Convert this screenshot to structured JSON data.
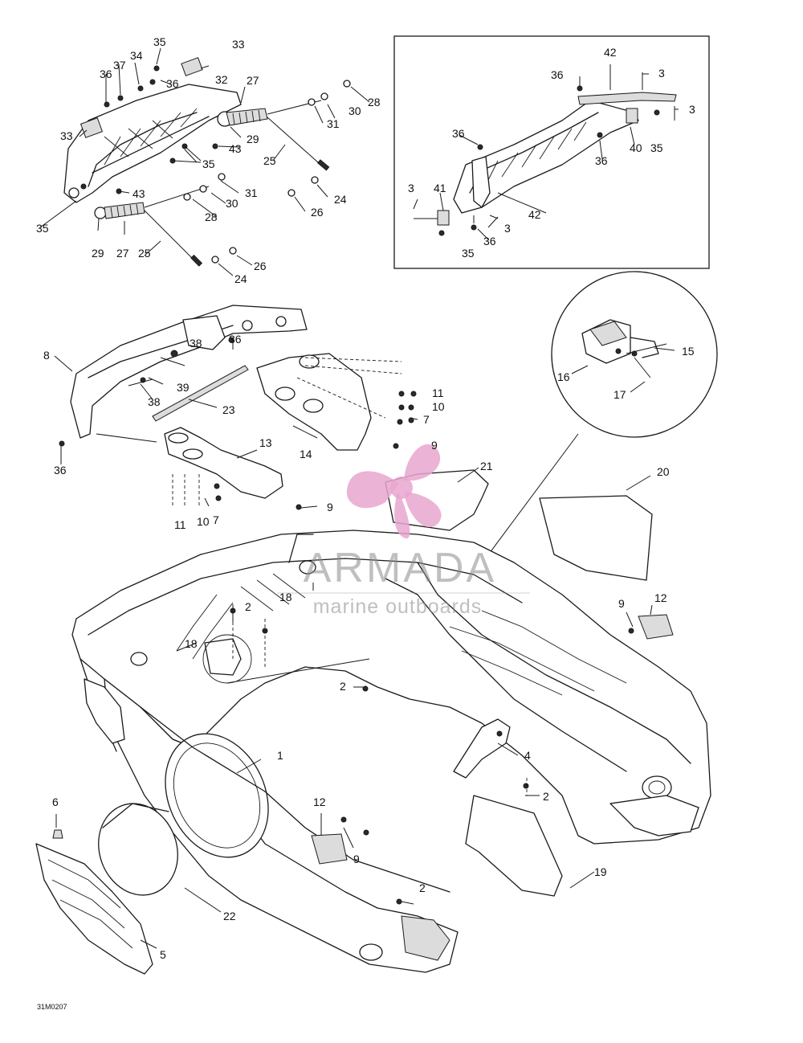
{
  "callouts": [
    "1",
    "2",
    "3",
    "4",
    "5",
    "6",
    "7",
    "8",
    "9",
    "10",
    "11",
    "12",
    "13",
    "14",
    "15",
    "16",
    "17",
    "18",
    "19",
    "20",
    "21",
    "22",
    "23",
    "24",
    "25",
    "26",
    "27",
    "28",
    "29",
    "30",
    "31",
    "32",
    "33",
    "34",
    "35",
    "36",
    "37",
    "38",
    "39",
    "40",
    "41",
    "42",
    "43"
  ],
  "watermark": {
    "brand": "ARMADA",
    "tagline": "marine outboards",
    "color_logo": "#e8a6cf",
    "color_text": "#8b8b8b"
  },
  "diagram_code": "31M0207",
  "colors": {
    "line": "#1a1a1a",
    "background": "#ffffff"
  }
}
